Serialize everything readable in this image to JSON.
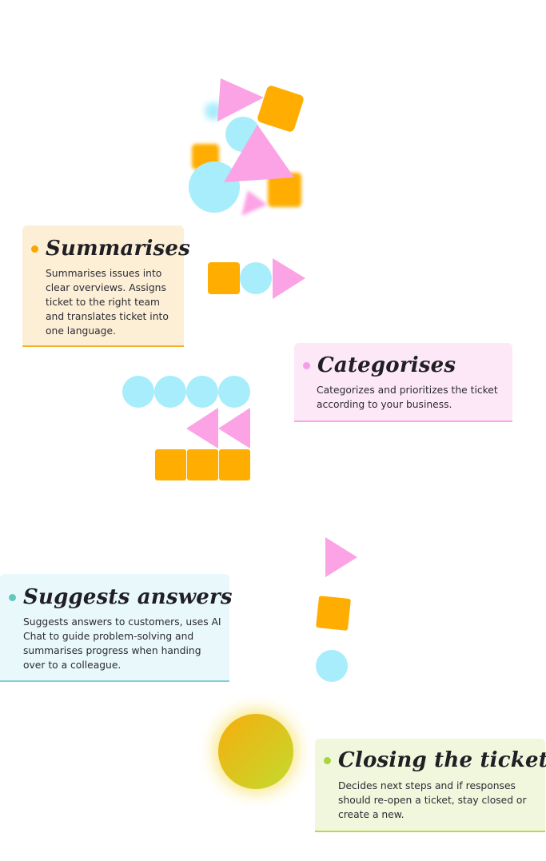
{
  "steps": [
    {
      "title": "Summarises",
      "text": "Summarises issues into clear overviews. Assigns ticket to the right team and translates ticket into one language."
    },
    {
      "title": "Categorises",
      "text": "Categorizes and prioritizes the ticket according to your business."
    },
    {
      "title": "Suggests answers",
      "text": "Suggests answers to customers, uses AI Chat to guide problem-solving and summarises progress when handing over to a colleague."
    },
    {
      "title": "Closing the ticket",
      "text": "Decides next steps and if responses should re-open a ticket, stay closed or create a new."
    }
  ],
  "colors": {
    "orange": "#ffad00",
    "pink": "#fba3e5",
    "cyan": "#a8edfb",
    "green": "#c3dd2e"
  }
}
